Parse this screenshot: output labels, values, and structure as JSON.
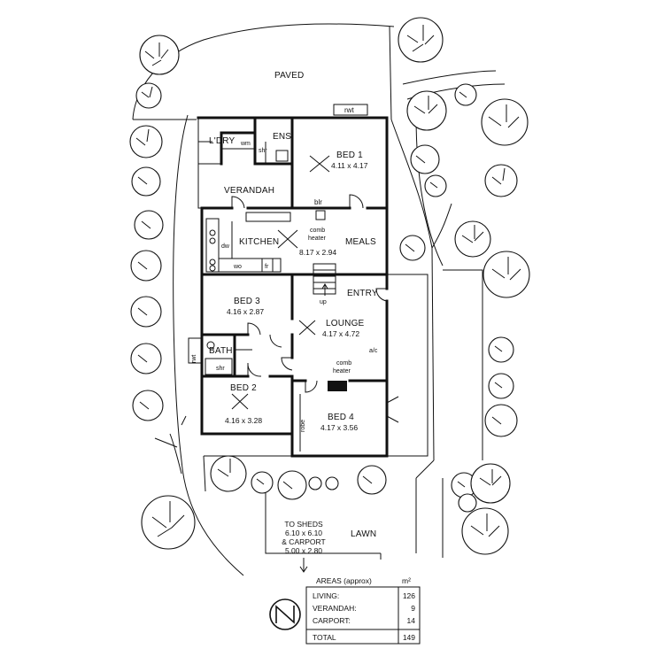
{
  "site": {
    "paved": "PAVED",
    "lawn": "LAWN",
    "sheds_note": [
      "TO SHEDS",
      "6.10 x 6.10",
      "& CARPORT",
      "5.00 x 2.80"
    ]
  },
  "rooms": {
    "bed1": {
      "name": "BED 1",
      "dims": "4.11 x 4.17"
    },
    "ldry": {
      "name": "L'DRY"
    },
    "ens": {
      "name": "ENS"
    },
    "verandah": {
      "name": "VERANDAH"
    },
    "kitchen": {
      "name": "KITCHEN"
    },
    "meals": {
      "name": "MEALS",
      "dims": "8.17 x 2.94"
    },
    "bed3": {
      "name": "BED 3",
      "dims": "4.16 x 2.87"
    },
    "entry": {
      "name": "ENTRY"
    },
    "lounge": {
      "name": "LOUNGE",
      "dims": "4.17 x 4.72"
    },
    "bath": {
      "name": "BATH"
    },
    "bed2": {
      "name": "BED 2",
      "dims": "4.16 x 3.28"
    },
    "bed4": {
      "name": "BED 4",
      "dims": "4.17 x 3.56"
    }
  },
  "fixtures": {
    "rwt_top": "rwt",
    "rwt_left": "rwt",
    "wm": "wm",
    "shr_ens": "shr",
    "blr": "blr",
    "dw": "dw",
    "wo": "wo",
    "fr": "fr",
    "comb_heater_kitchen": [
      "comb",
      "heater"
    ],
    "comb_heater_lounge": [
      "comb",
      "heater"
    ],
    "up": "up",
    "ac": "a/c",
    "shr_bath": "shr",
    "robe": "robe"
  },
  "areas": {
    "title": "AREAS (approx)",
    "unit": "m²",
    "rows": [
      {
        "label": "LIVING:",
        "value": "126"
      },
      {
        "label": "VERANDAH:",
        "value": "9"
      },
      {
        "label": "CARPORT:",
        "value": "14"
      }
    ],
    "total_label": "TOTAL",
    "total_value": "149"
  },
  "north_label": "N"
}
